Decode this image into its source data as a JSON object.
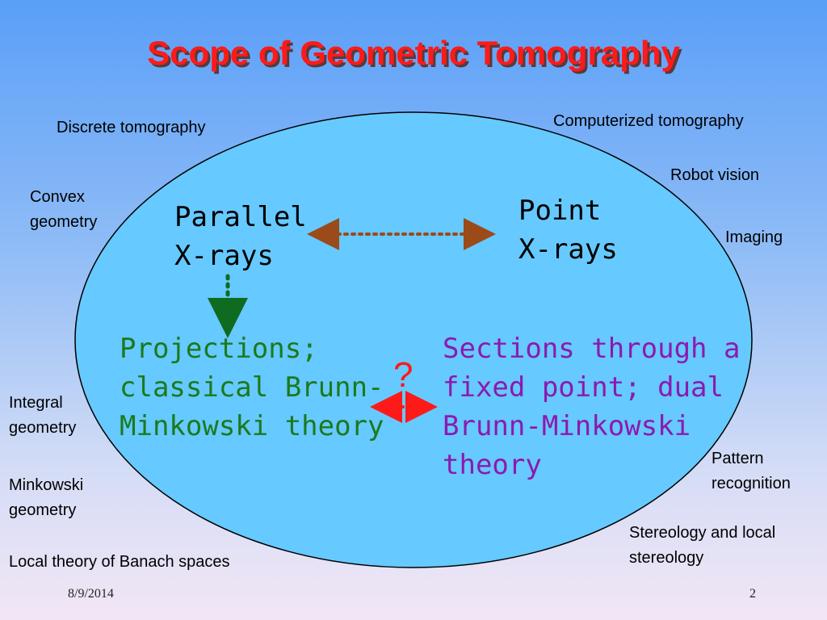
{
  "slide": {
    "title": "Scope of Geometric Tomography",
    "outer_labels": {
      "discrete": "Discrete tomography",
      "computerized": "Computerized tomography",
      "robot": "Robot vision",
      "convex": "Convex\ngeometry",
      "imaging": "Imaging",
      "integral": "Integral\ngeometry",
      "minkowski": "Minkowski\ngeometry",
      "banach": "Local theory of Banach spaces",
      "pattern": "Pattern\nrecognition",
      "stereology": "Stereology and local\nstereology"
    },
    "inner": {
      "parallel": "Parallel\nX-rays",
      "point": "Point\nX-rays",
      "projections": "Projections;\nclassical Brunn-\nMinkowski theory",
      "sections": "Sections through a\nfixed point; dual\nBrunn-Minkowski\ntheory",
      "question": "?"
    },
    "colors": {
      "title": "#ff1a1a",
      "ellipse_fill": "#66c9ff",
      "arrow_brown": "#9b4a1a",
      "arrow_green": "#0f6b20",
      "arrow_red": "#ff1a1a"
    },
    "footer": {
      "date": "8/9/2014",
      "page": "2"
    }
  }
}
